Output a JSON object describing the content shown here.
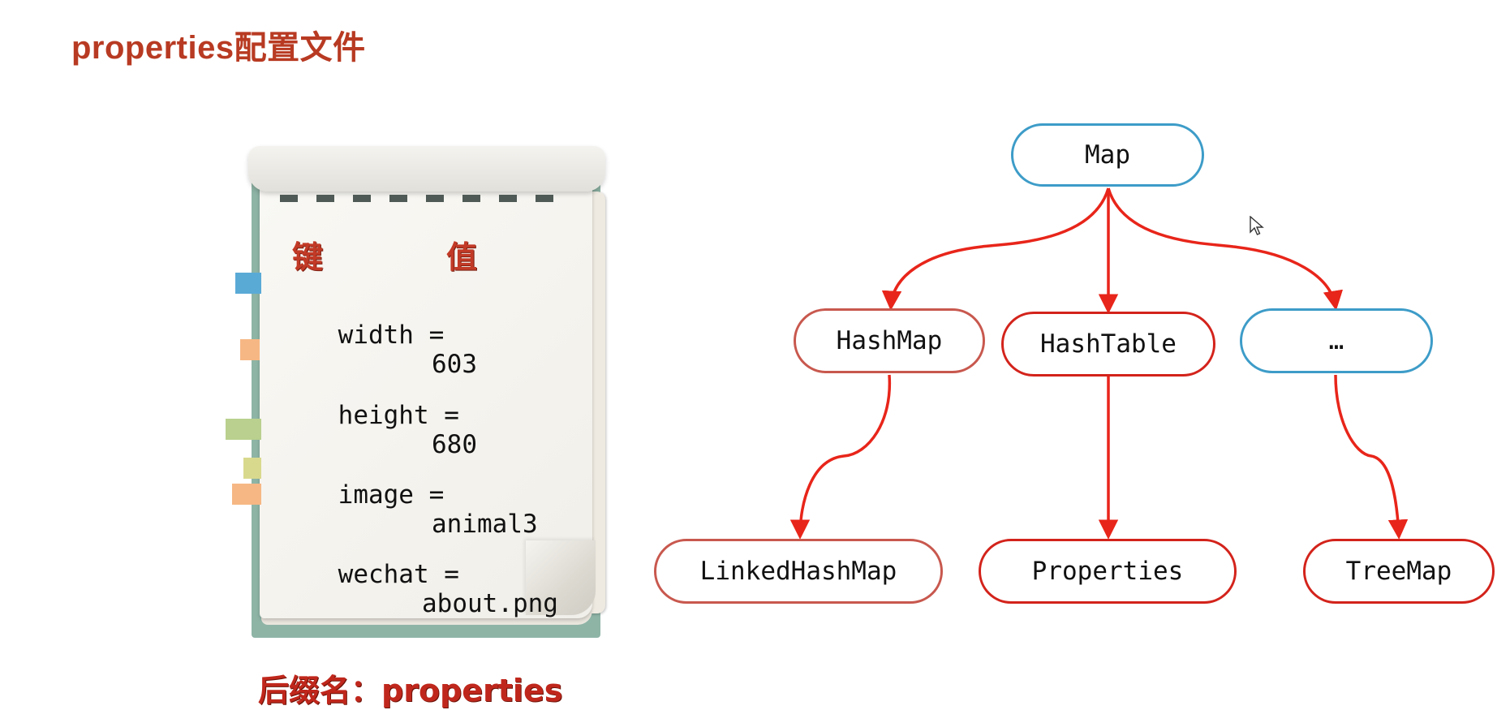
{
  "title": "properties配置文件",
  "notebook": {
    "key_header": "键",
    "value_header": "值",
    "entries": [
      {
        "key": "width =",
        "value": "603"
      },
      {
        "key": "height =",
        "value": "680"
      },
      {
        "key": "image =",
        "value": "animal3"
      },
      {
        "key": "wechat =",
        "value": "about.png"
      }
    ],
    "tab_colors": [
      "#5aaad6",
      "#f6b784",
      "#b9d08e",
      "#d9d98e",
      "#f6b784"
    ]
  },
  "caption": "后缀名：properties",
  "tree": {
    "colors": {
      "blue": "#3d9cc8",
      "red": "#d3231b",
      "rose": "#c8584e",
      "edge": "#e8251a"
    },
    "nodes": {
      "map": "Map",
      "hashmap": "HashMap",
      "hashtable": "HashTable",
      "more": "…",
      "linkedhashmap": "LinkedHashMap",
      "properties": "Properties",
      "treemap": "TreeMap"
    }
  },
  "icons": {
    "cursor": "mouse-pointer-icon"
  }
}
